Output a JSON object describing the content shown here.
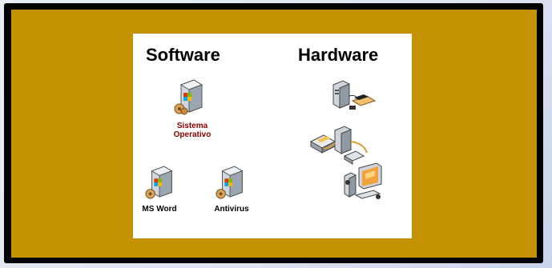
{
  "slide": {
    "headings": {
      "software": "Software",
      "hardware": "Hardware"
    },
    "software_items": [
      {
        "name": "sistema",
        "label_line1": "Sistema",
        "label_line2": "Operativo",
        "label_color": "#8b0000"
      },
      {
        "name": "ms-word",
        "label": "MS Word"
      },
      {
        "name": "antivirus",
        "label": "Antivirus"
      }
    ],
    "hardware_items": [
      "pc-with-peripherals",
      "scanner-printer-setup",
      "workstation"
    ]
  },
  "colors": {
    "board": "#c49102",
    "frame": "#000000",
    "slide": "#ffffff"
  }
}
